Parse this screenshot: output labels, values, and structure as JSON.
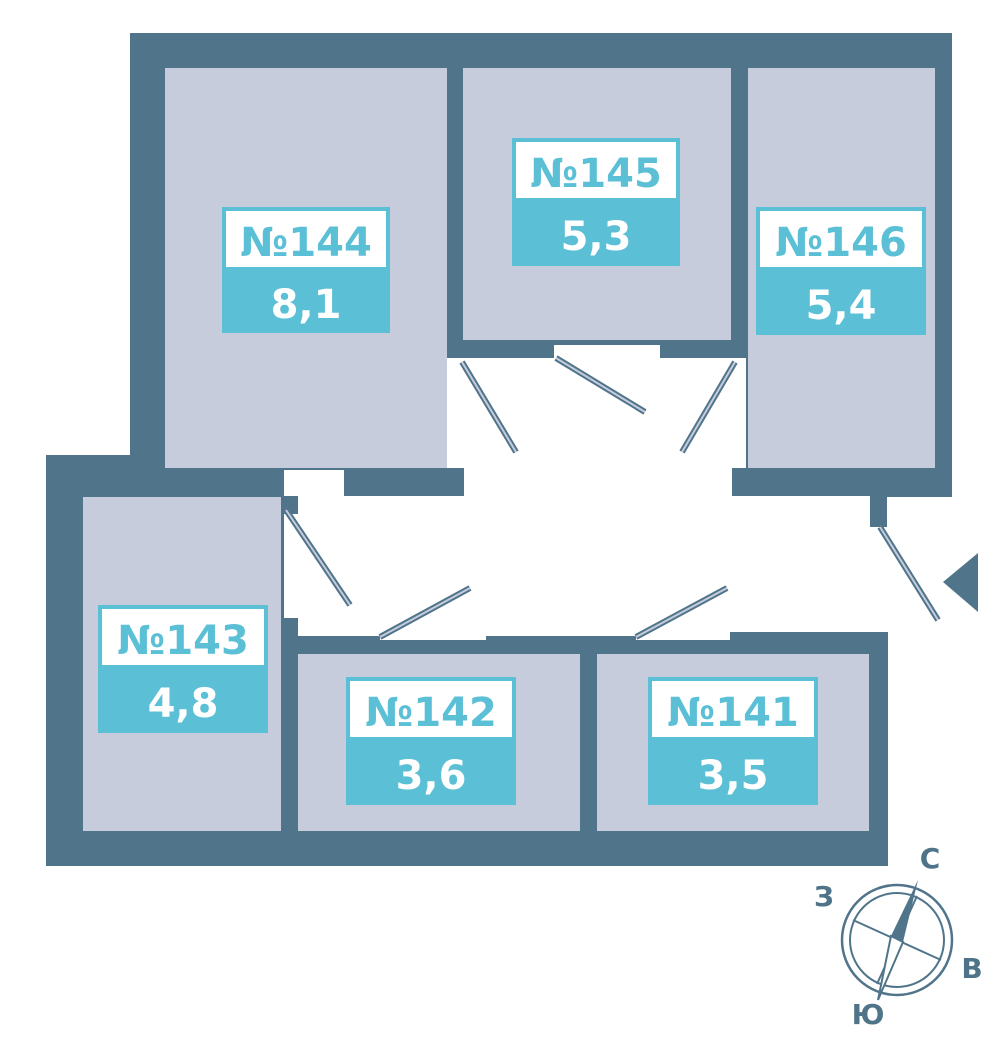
{
  "colors": {
    "wall": "#50758b",
    "room_fill": "#c7ccdd",
    "accent": "#5bc0d6",
    "door_line": "#50758b",
    "background": "#ffffff"
  },
  "rooms": [
    {
      "id": "144",
      "number": "№144",
      "area": "8,1"
    },
    {
      "id": "145",
      "number": "№145",
      "area": "5,3"
    },
    {
      "id": "146",
      "number": "№146",
      "area": "5,4"
    },
    {
      "id": "143",
      "number": "№143",
      "area": "4,8"
    },
    {
      "id": "142",
      "number": "№142",
      "area": "3,6"
    },
    {
      "id": "141",
      "number": "№141",
      "area": "3,5"
    }
  ],
  "entrance": {
    "icon": "entrance-arrow-icon"
  },
  "compass": {
    "icon": "compass-icon",
    "north": "С",
    "east": "В",
    "south": "Ю",
    "west": "З"
  }
}
